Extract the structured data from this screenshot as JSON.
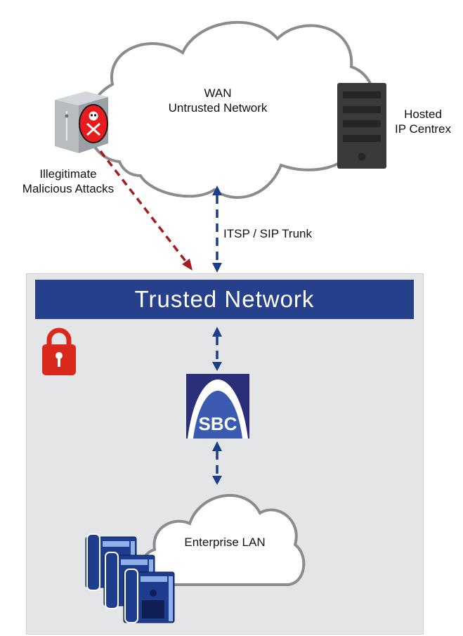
{
  "colors": {
    "banner": "#27408b",
    "attack_arrow": "#a51d22",
    "link_arrow": "#1b3f8a",
    "cloud_stroke": "#8c8c8c",
    "zone_bg": "#e4e5e7",
    "lock": "#d9291c",
    "phone_dark": "#1e3d8f",
    "phone_light": "#8fb0e8",
    "server_dark": "#3a3a3a",
    "sbc_dark": "#2b2f7a",
    "sbc_blue": "#3a5bb0"
  },
  "wan_cloud": {
    "line1": "WAN",
    "line2": "Untrusted Network"
  },
  "hosted_server": {
    "line1": "Hosted",
    "line2": "IP Centrex"
  },
  "attacker": {
    "line1": "Illegitimate",
    "line2": "Malicious Attacks"
  },
  "trunk_label": "ITSP / SIP Trunk",
  "trusted_network": {
    "title": "Trusted Network"
  },
  "sbc": {
    "label": "SBC"
  },
  "lan_cloud": {
    "label": "Enterprise LAN"
  },
  "icons": {
    "attacker": "malicious-server-icon",
    "hosted": "server-tower-icon",
    "lock": "padlock-icon",
    "sbc": "sbc-logo-icon",
    "phones": "desk-phone-icon"
  }
}
